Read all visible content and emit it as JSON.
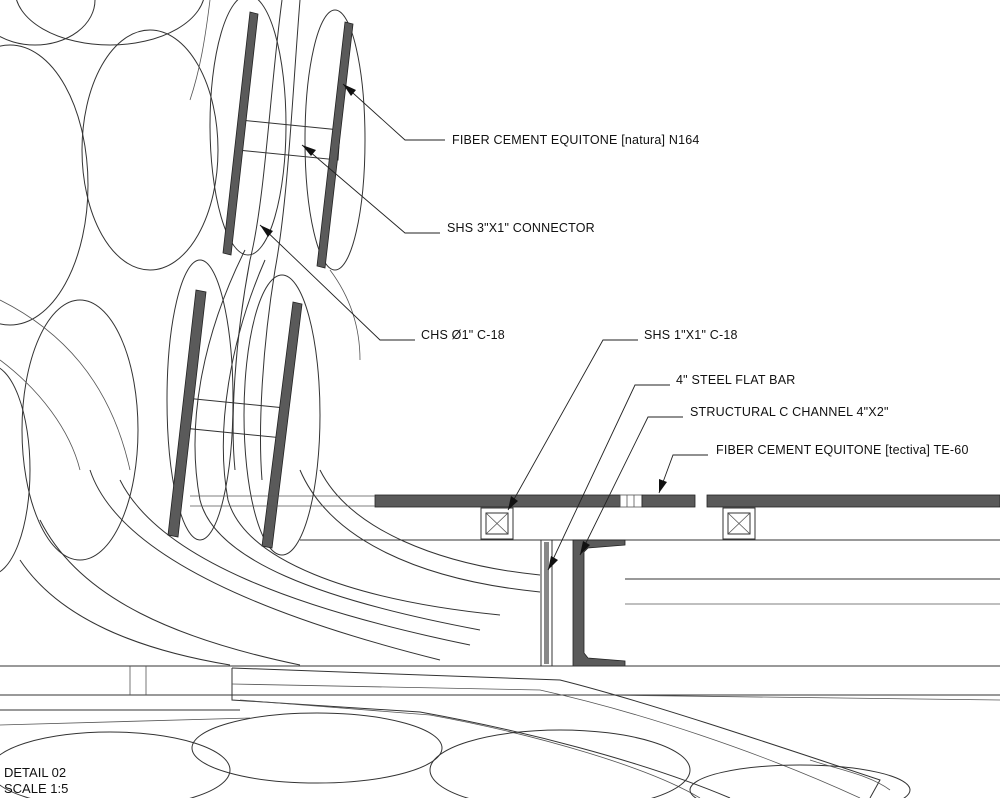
{
  "labels": {
    "fiber_cement_natura": "FIBER CEMENT EQUITONE [natura] N164",
    "shs_connector": "SHS 3\"X1\" CONNECTOR",
    "chs": "CHS Ø1\" C-18",
    "shs_small": "SHS 1\"X1\" C-18",
    "flat_bar": "4\" STEEL FLAT BAR",
    "c_channel": "STRUCTURAL C CHANNEL 4\"X2\"",
    "fiber_cement_tectiva": "FIBER CEMENT EQUITONE [tectiva] TE-60"
  },
  "title_block": {
    "detail": "DETAIL 02",
    "scale": "SCALE 1:5"
  },
  "colors": {
    "panel": "#5a5a5a",
    "linework": "#333333",
    "background": "#ffffff"
  }
}
